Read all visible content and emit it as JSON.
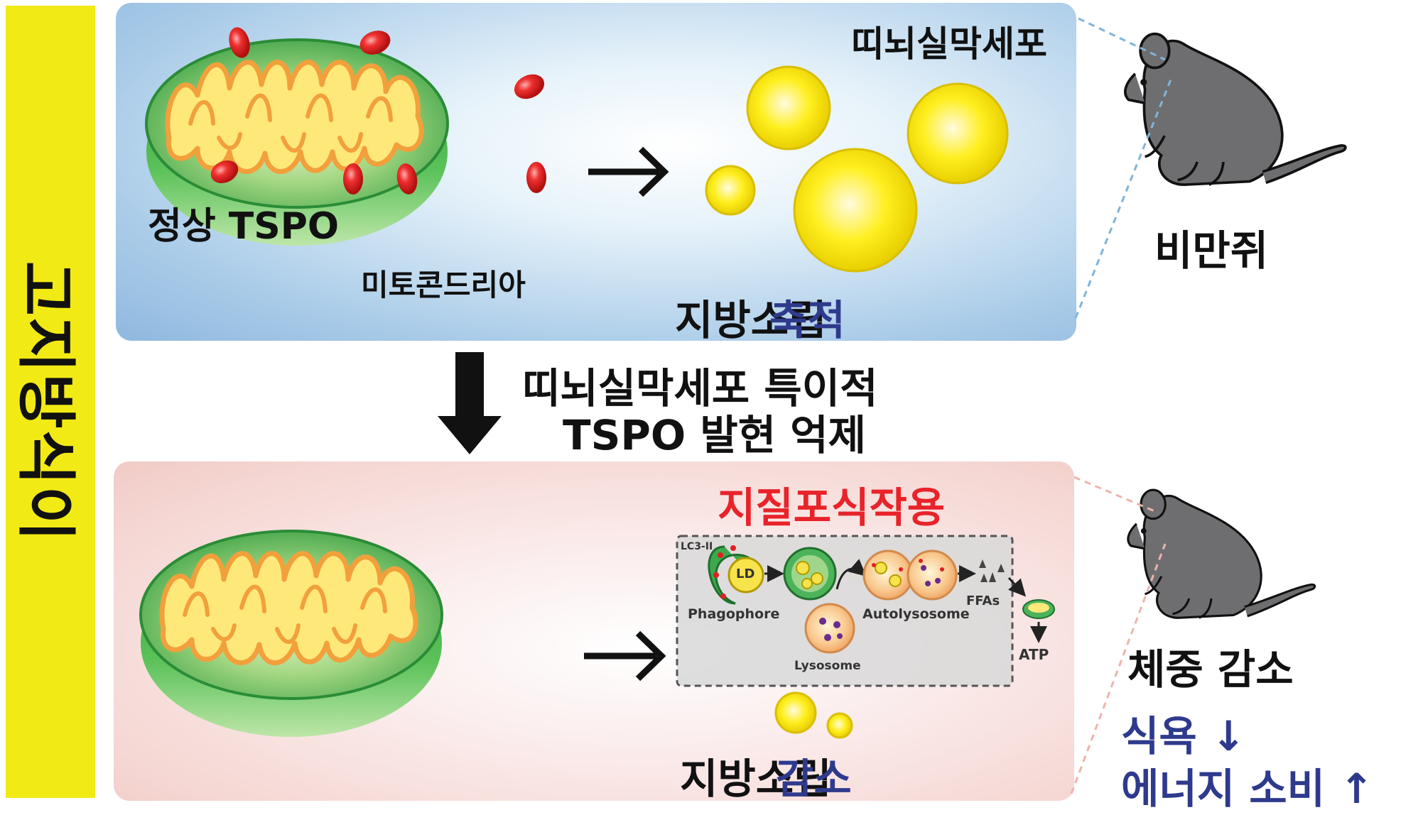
{
  "side_label": "고지방식이",
  "top_panel": {
    "cell_type": "띠뇌실막세포",
    "tspo_label": "정상 TSPO",
    "mito_label": "미토콘드리아",
    "fat_label": "지방소립",
    "fat_state": "축적",
    "mouse_label": "비만쥐"
  },
  "middle": {
    "line1": "띠뇌실막세포 특이적",
    "line2": "TSPO 발현 억제"
  },
  "bottom_panel": {
    "process_title": "지질포식작용",
    "inset": {
      "lc3": "LC3-II",
      "ld": "LD",
      "phagophore": "Phagophore",
      "autolysosome": "Autolysosome",
      "ffas": "FFAs",
      "lysosome": "Lysosome",
      "atp": "ATP"
    },
    "fat_label": "지방소립",
    "fat_state": "감소",
    "mouse_label": "체중 감소",
    "appetite": "식욕 ↓",
    "energy": "에너지 소비 ↑"
  },
  "colors": {
    "side_bar": "#f2ea14",
    "accent_red": "#e8232a",
    "accent_blue": "#2e3a8c",
    "mito_green": "#3aa84a",
    "fat_yellow": "#ffee00",
    "tspo_red": "#e02020"
  },
  "icons": [
    "mitochondrion-icon",
    "mouse-icon",
    "lipid-droplet-icon",
    "down-arrow-icon",
    "right-arrow-icon"
  ]
}
